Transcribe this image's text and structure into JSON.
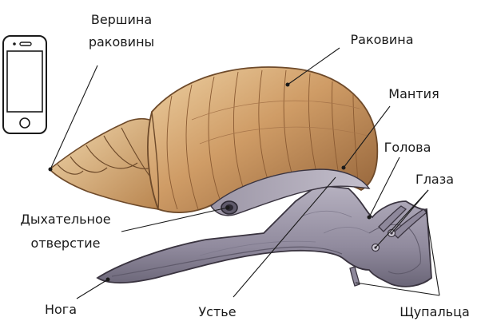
{
  "labels": {
    "apex_line1": "Вершина",
    "apex_line2": "раковины",
    "shell": "Раковина",
    "mantle": "Мантия",
    "head": "Голова",
    "eyes": "Глаза",
    "breathing_line1": "Дыхательное",
    "breathing_line2": "отверстие",
    "foot": "Нога",
    "mouth": "Устье",
    "tentacles": "Щупальца"
  },
  "icons": {
    "device": "smartphone-icon"
  },
  "colors": {
    "shell_light": "#e6c08d",
    "shell_mid": "#c8915a",
    "shell_dark": "#8a5a32",
    "body_light": "#b2adbc",
    "body_mid": "#8e889b",
    "body_dark": "#5f5a6b",
    "outline": "#3a3440",
    "text": "#1a1a1a"
  }
}
